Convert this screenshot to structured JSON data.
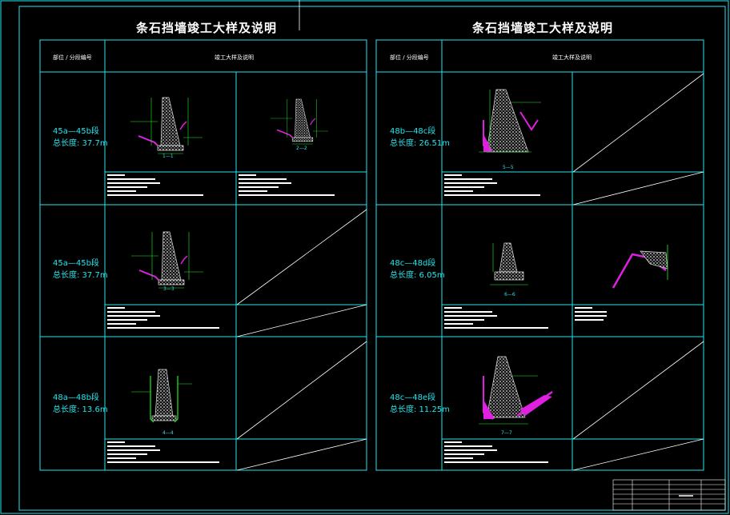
{
  "left": {
    "title": "条石挡墙竣工大样及说明",
    "header_col1": "部位 / 分段编号",
    "header_col2": "竣工大样及说明",
    "rows": [
      {
        "location": "45a—45b段",
        "length": "总长度: 37.7m",
        "sections": [
          "1—1",
          "2—2"
        ]
      },
      {
        "location": "45a—45b段",
        "length": "总长度: 37.7m",
        "sections": [
          "3—3"
        ]
      },
      {
        "location": "48a—48b段",
        "length": "总长度: 13.6m",
        "sections": [
          "4—4"
        ]
      }
    ]
  },
  "right": {
    "title": "条石挡墙竣工大样及说明",
    "header_col1": "部位 / 分段编号",
    "header_col2": "竣工大样及说明",
    "rows": [
      {
        "location": "48b—48c段",
        "length": "总长度: 26.51m",
        "sections": [
          "5—5"
        ]
      },
      {
        "location": "48c—48d段",
        "length": "总长度: 6.05m",
        "sections": [
          "6—6"
        ]
      },
      {
        "location": "48c—48e段",
        "length": "总长度: 11.25m",
        "sections": [
          "7—7"
        ]
      }
    ]
  },
  "colors": {
    "frame": "#22e6ee",
    "wall": "#d8d8d8",
    "ground": "#e020e0",
    "dim": "#22ee22",
    "text": "#ffffff"
  }
}
